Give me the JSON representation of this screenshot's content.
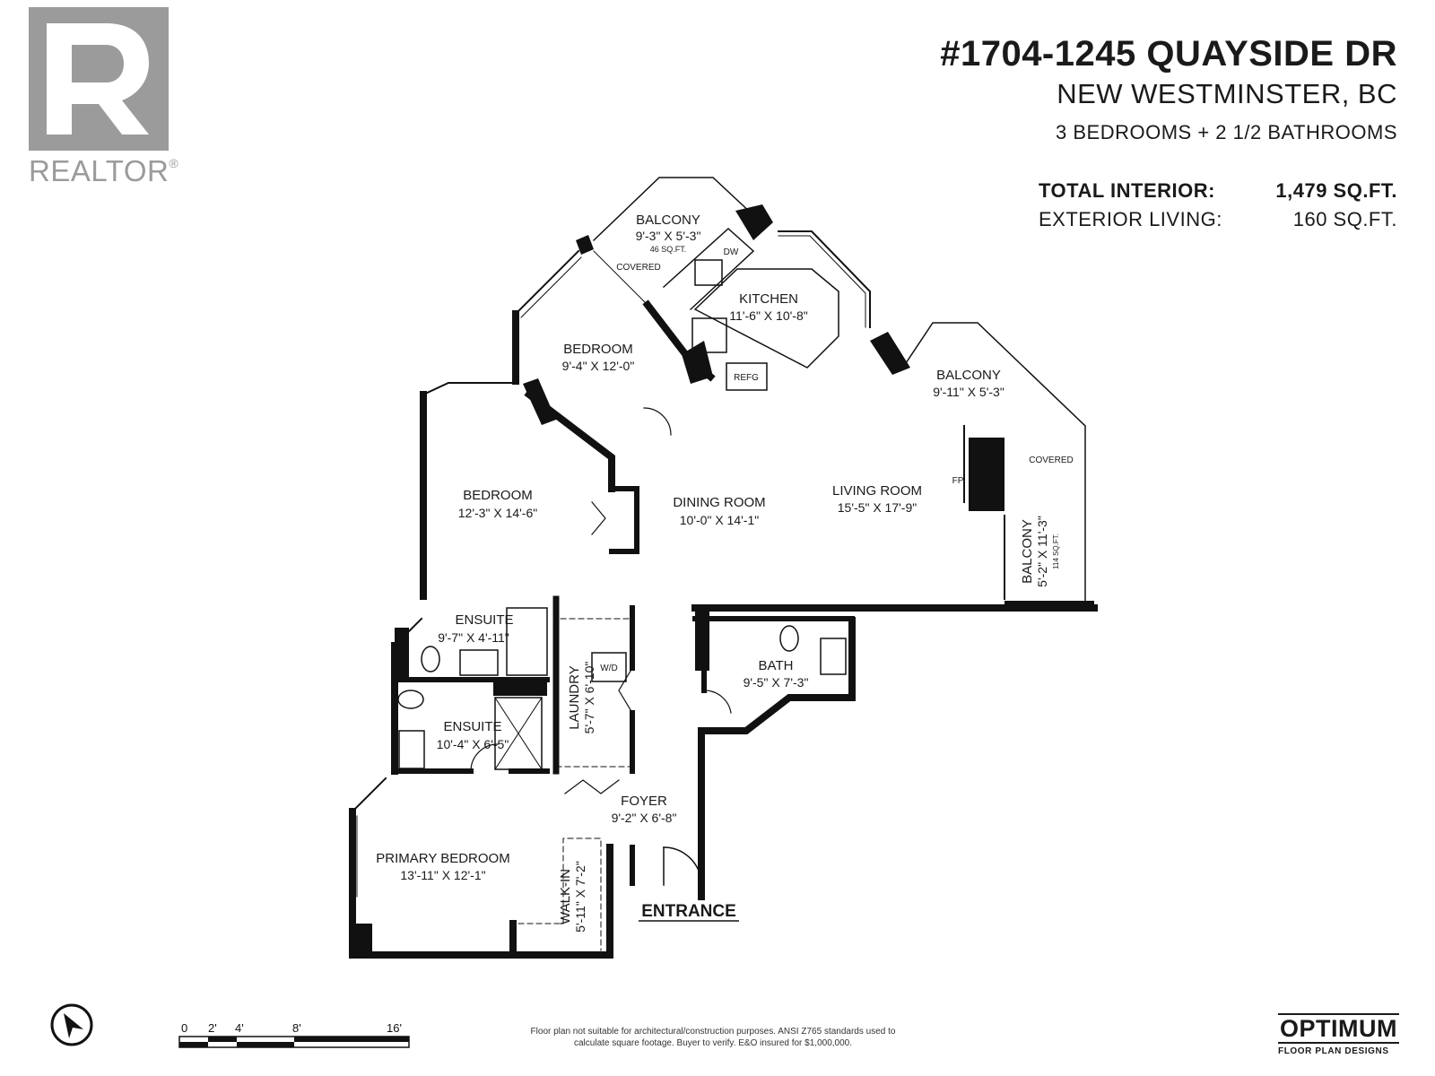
{
  "logo": {
    "wordmark": "REALTOR",
    "trademark": "®"
  },
  "header": {
    "address": "#1704-1245 QUAYSIDE DR",
    "city": "NEW WESTMINSTER, BC",
    "rooms": "3 BEDROOMS + 2 1/2 BATHROOMS"
  },
  "areas": {
    "total_label": "TOTAL INTERIOR:",
    "total_value": "1,479 SQ.FT.",
    "exterior_label": "EXTERIOR LIVING:",
    "exterior_value": "160 SQ.FT."
  },
  "rooms": {
    "balcony_top": {
      "name": "BALCONY",
      "dims": "9'-3\" X 5'-3\"",
      "area": "46 SQ.FT.",
      "note": "COVERED"
    },
    "kitchen": {
      "name": "KITCHEN",
      "dims": "11'-6\" X 10'-8\""
    },
    "bedroom_upper": {
      "name": "BEDROOM",
      "dims": "9'-4\" X 12'-0\""
    },
    "balcony_right": {
      "name": "BALCONY",
      "dims": "9'-11\" X 5'-3\""
    },
    "balcony_side": {
      "name": "BALCONY",
      "dims": "5'-2\" X 11'-3\"",
      "area": "114 SQ.FT.",
      "note": "COVERED"
    },
    "bedroom_left": {
      "name": "BEDROOM",
      "dims": "12'-3\" X 14'-6\""
    },
    "dining": {
      "name": "DINING ROOM",
      "dims": "10'-0\" X 14'-1\""
    },
    "living": {
      "name": "LIVING ROOM",
      "dims": "15'-5\" X 17'-9\""
    },
    "ensuite_upper": {
      "name": "ENSUITE",
      "dims": "9'-7\" X 4'-11\""
    },
    "ensuite_lower": {
      "name": "ENSUITE",
      "dims": "10'-4\" X 6'-5\""
    },
    "laundry": {
      "name": "LAUNDRY",
      "dims": "5'-7\" X 6'-10\""
    },
    "bath": {
      "name": "BATH",
      "dims": "9'-5\" X 7'-3\""
    },
    "foyer": {
      "name": "FOYER",
      "dims": "9'-2\" X 6'-8\""
    },
    "primary": {
      "name": "PRIMARY BEDROOM",
      "dims": "13'-11\" X 12'-1\""
    },
    "walkin": {
      "name": "WALK-IN",
      "dims": "5'-11\" X 7'-2\""
    }
  },
  "fixtures": {
    "dishwasher": "DW",
    "refrigerator": "REFG",
    "fireplace": "FP",
    "washer_dryer": "W/D"
  },
  "entrance": "ENTRANCE",
  "scale_ticks": [
    "0",
    "2'",
    "4'",
    "8'",
    "16'"
  ],
  "disclaimer": [
    "Floor plan not suitable for architectural/construction purposes. ANSI Z765 standards used to",
    "calculate square footage. Buyer to verify.  E&O insured for $1,000,000."
  ],
  "brand": {
    "name": "OPTIMUM",
    "tagline": "FLOOR PLAN DESIGNS"
  }
}
